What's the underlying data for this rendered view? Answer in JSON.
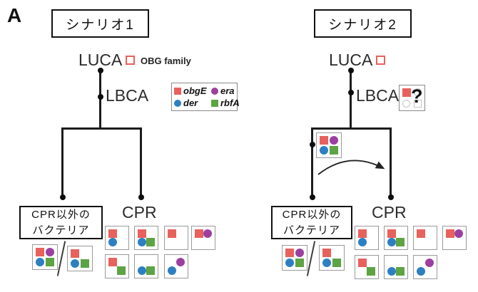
{
  "panel_label": "A",
  "genes": {
    "obgE": {
      "shape": "square",
      "color": "#e8615d"
    },
    "era": {
      "shape": "circle",
      "color": "#9c3f9f"
    },
    "der": {
      "shape": "circle",
      "color": "#2d7fc1"
    },
    "rbfA": {
      "shape": "square",
      "color": "#5ea344"
    }
  },
  "legend": {
    "obg_family_label": "OBG family",
    "box_items": [
      {
        "gene": "obgE",
        "label": "obgE"
      },
      {
        "gene": "era",
        "label": "era"
      },
      {
        "gene": "der",
        "label": "der"
      },
      {
        "gene": "rbfA",
        "label": "rbfA"
      }
    ]
  },
  "scenarios": [
    {
      "title": "シナリオ1",
      "luca": "LUCA",
      "lbca": "LBCA",
      "left_taxon_line1": "CPR以外の",
      "left_taxon_line2": "バクテリア",
      "right_taxon": "CPR",
      "noncpr_boxes": [
        [
          "obgE",
          "era",
          "der",
          "rbfA"
        ],
        [
          "obgE",
          "der",
          "rbfA"
        ]
      ],
      "cpr_boxes_row1": [
        [
          "obgE",
          "der"
        ],
        [
          "obgE",
          "der",
          "rbfA"
        ],
        [
          "obgE"
        ],
        [
          "obgE",
          "era"
        ]
      ],
      "cpr_boxes_row2": [
        [
          "obgE",
          "rbfA"
        ],
        [
          "der",
          "rbfA"
        ],
        [
          "der",
          "era"
        ]
      ]
    },
    {
      "title": "シナリオ2",
      "luca": "LUCA",
      "lbca": "LBCA",
      "lbca_uncertain": {
        "present": [
          "obgE"
        ],
        "uncertain": [
          "era",
          "der",
          "rbfA"
        ],
        "question": "?"
      },
      "transfer_box": [
        "obgE",
        "era",
        "der",
        "rbfA"
      ],
      "left_taxon_line1": "CPR以外の",
      "left_taxon_line2": "バクテリア",
      "right_taxon": "CPR",
      "noncpr_boxes": [
        [
          "obgE",
          "era",
          "der",
          "rbfA"
        ],
        [
          "obgE",
          "der",
          "rbfA"
        ]
      ],
      "cpr_boxes_row1": [
        [
          "obgE",
          "der"
        ],
        [
          "obgE",
          "der",
          "rbfA"
        ],
        [
          "obgE"
        ],
        [
          "obgE",
          "era"
        ]
      ],
      "cpr_boxes_row2": [
        [
          "obgE",
          "rbfA"
        ],
        [
          "der",
          "rbfA"
        ],
        [
          "der",
          "era"
        ]
      ]
    }
  ]
}
